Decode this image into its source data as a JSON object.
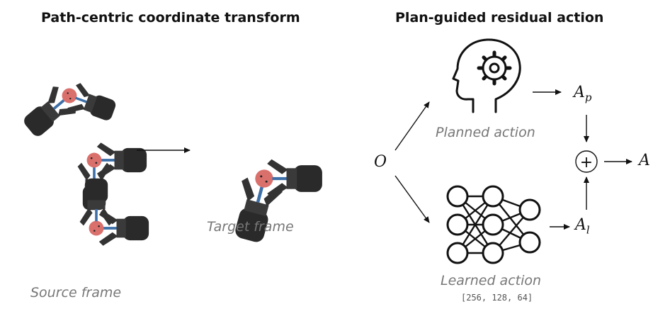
{
  "left_panel": {
    "title": "Path-centric coordinate transform",
    "source_caption": "Source frame",
    "target_caption": "Target frame"
  },
  "right_panel": {
    "title": "Plan-guided residual action",
    "observation_symbol": "O",
    "planned_caption": "Planned action",
    "learned_caption": "Learned action",
    "network_layers": "[256, 128, 64]",
    "planned_symbol": "A",
    "planned_subscript": "p",
    "learned_symbol": "A",
    "learned_subscript": "l",
    "output_symbol": "A",
    "sum_symbol": "+"
  },
  "colors": {
    "gripper": "#2d2d2d",
    "object": "#d9706c",
    "link": "#3d6fa8",
    "caption": "#777777"
  },
  "icons": [
    "head-gear-icon",
    "neural-network-icon",
    "gripper-icon"
  ]
}
